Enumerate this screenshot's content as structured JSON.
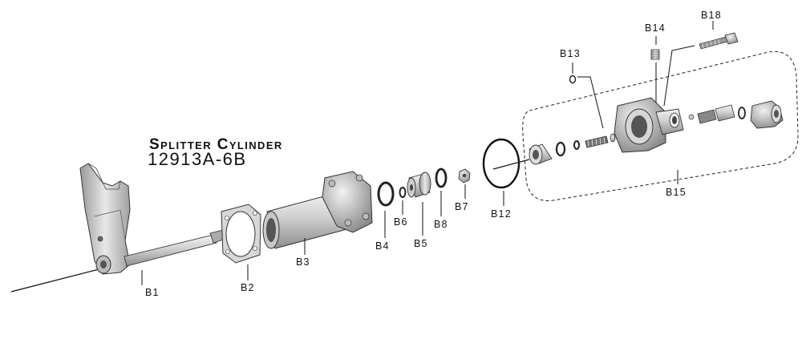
{
  "diagram": {
    "title": "Splitter Cylinder",
    "part_number": "12913A-6B",
    "footer_text": "",
    "callouts": [
      "B1",
      "B2",
      "B3",
      "B4",
      "B6",
      "B5",
      "B8",
      "B7",
      "B12",
      "B13",
      "B14",
      "B18",
      "B15"
    ]
  }
}
